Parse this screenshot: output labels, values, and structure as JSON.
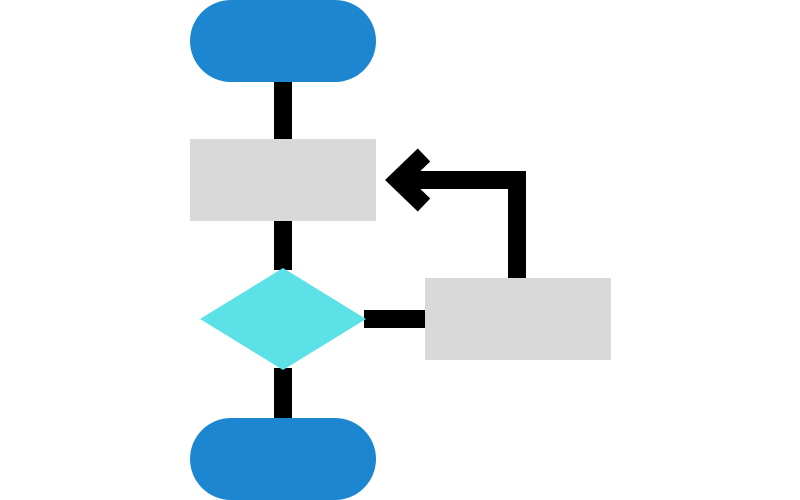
{
  "diagram": {
    "type": "flowchart-icon",
    "colors": {
      "terminal": "#1c87d0",
      "process": "#d9d9d9",
      "decision": "#5ce1e6",
      "connector": "#000000",
      "background": "#ffffff"
    },
    "nodes": [
      {
        "id": "start",
        "shape": "terminal"
      },
      {
        "id": "process-1",
        "shape": "process"
      },
      {
        "id": "decision",
        "shape": "decision"
      },
      {
        "id": "process-2",
        "shape": "process"
      },
      {
        "id": "end",
        "shape": "terminal"
      }
    ],
    "edges": [
      {
        "from": "start",
        "to": "process-1"
      },
      {
        "from": "process-1",
        "to": "decision"
      },
      {
        "from": "decision",
        "to": "process-2"
      },
      {
        "from": "process-2",
        "to": "process-1",
        "arrow": true
      },
      {
        "from": "decision",
        "to": "end"
      }
    ]
  }
}
